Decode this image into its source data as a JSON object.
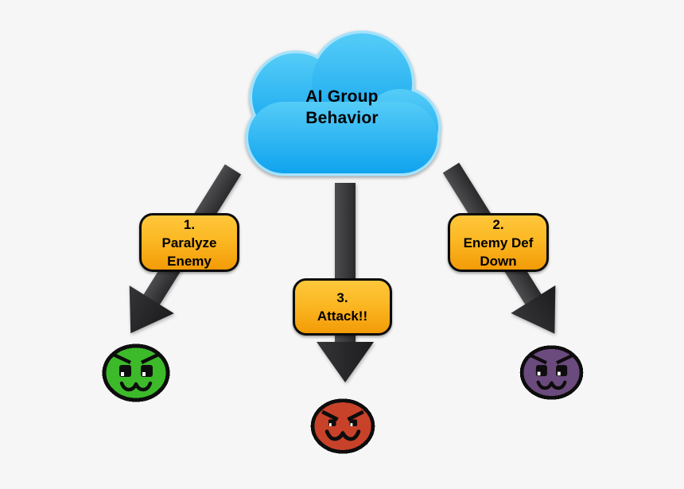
{
  "background_color": "#f6f6f6",
  "cloud": {
    "title_line1": "AI Group",
    "title_line2": "Behavior",
    "fill_top": "#55ccf7",
    "fill_bottom": "#0fa3ee",
    "stroke": "#a5e2fb",
    "text_color": "#000000"
  },
  "labels": [
    {
      "number": "1.",
      "lines": [
        "Paralyze",
        "Enemy"
      ]
    },
    {
      "number": "2.",
      "lines": [
        "Enemy Def",
        "Down"
      ]
    },
    {
      "number": "3.",
      "lines": [
        "Attack!!"
      ]
    }
  ],
  "label_style": {
    "fill_top": "#ffc73c",
    "fill_bottom": "#f29b07",
    "border_color": "#0b0b0b",
    "text_color": "#000000"
  },
  "arrows": {
    "shaft_light": "#4d4d4f",
    "shaft_dark": "#2a2a2c",
    "head_light": "#353537",
    "head_dark": "#1c1c1e"
  },
  "characters": [
    {
      "name": "green-enemy-paralyzed",
      "color": "#3cba2a"
    },
    {
      "name": "red-enemy-attacked",
      "color": "#c8422a"
    },
    {
      "name": "purple-enemy-def-down",
      "color": "#6b4a7d"
    }
  ]
}
